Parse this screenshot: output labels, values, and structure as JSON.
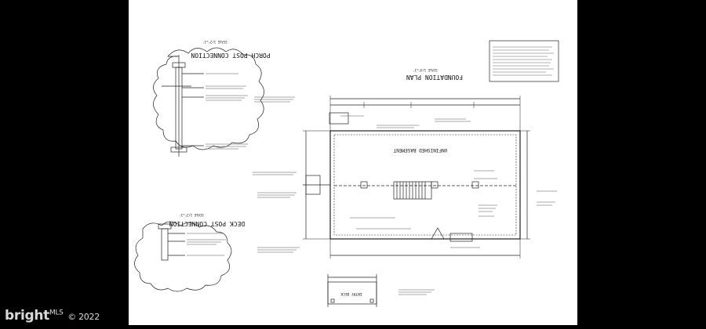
{
  "titles": {
    "porch": "PORCH POST CONNECTION",
    "deck": "DECK POST CONNECTION",
    "foundation": "FOUNDATION PLAN",
    "basement": "UNFINISHED BASEMENT",
    "entry_deck": "ENTRY DECK"
  },
  "scale_label": "SCALE 1/2\"=1'",
  "foundation_scale_label": "SCALE 1/4\"=1'",
  "watermark": {
    "brand": "bright",
    "sup": "MLS",
    "suffix": "© 2022"
  },
  "colors": {
    "background": "#000000",
    "sheet": "#ffffff",
    "ink": "#111111"
  }
}
